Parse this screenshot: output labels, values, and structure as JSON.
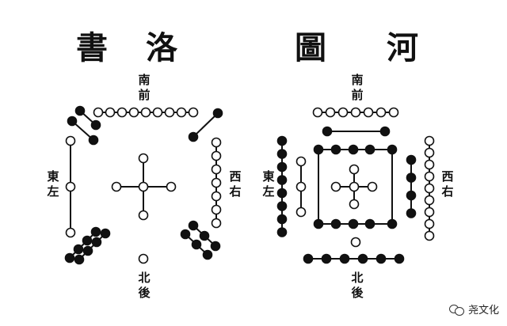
{
  "luoshu": {
    "title_chars": [
      "書",
      "洛"
    ],
    "labels": {
      "top": [
        "南",
        "前"
      ],
      "left": [
        "東",
        "左"
      ],
      "right": [
        "西",
        "右"
      ],
      "bottom": [
        "北",
        "後"
      ]
    }
  },
  "hetu": {
    "title_chars": [
      "圖",
      "河"
    ],
    "labels": {
      "top": [
        "南",
        "前"
      ],
      "left": [
        "東",
        "左"
      ],
      "right": [
        "西",
        "右"
      ],
      "bottom": [
        "北",
        "後"
      ]
    }
  },
  "watermark": {
    "icon": "wechat-icon",
    "text": "尧文化"
  },
  "colors": {
    "ink": "#111111",
    "background": "#ffffff"
  }
}
